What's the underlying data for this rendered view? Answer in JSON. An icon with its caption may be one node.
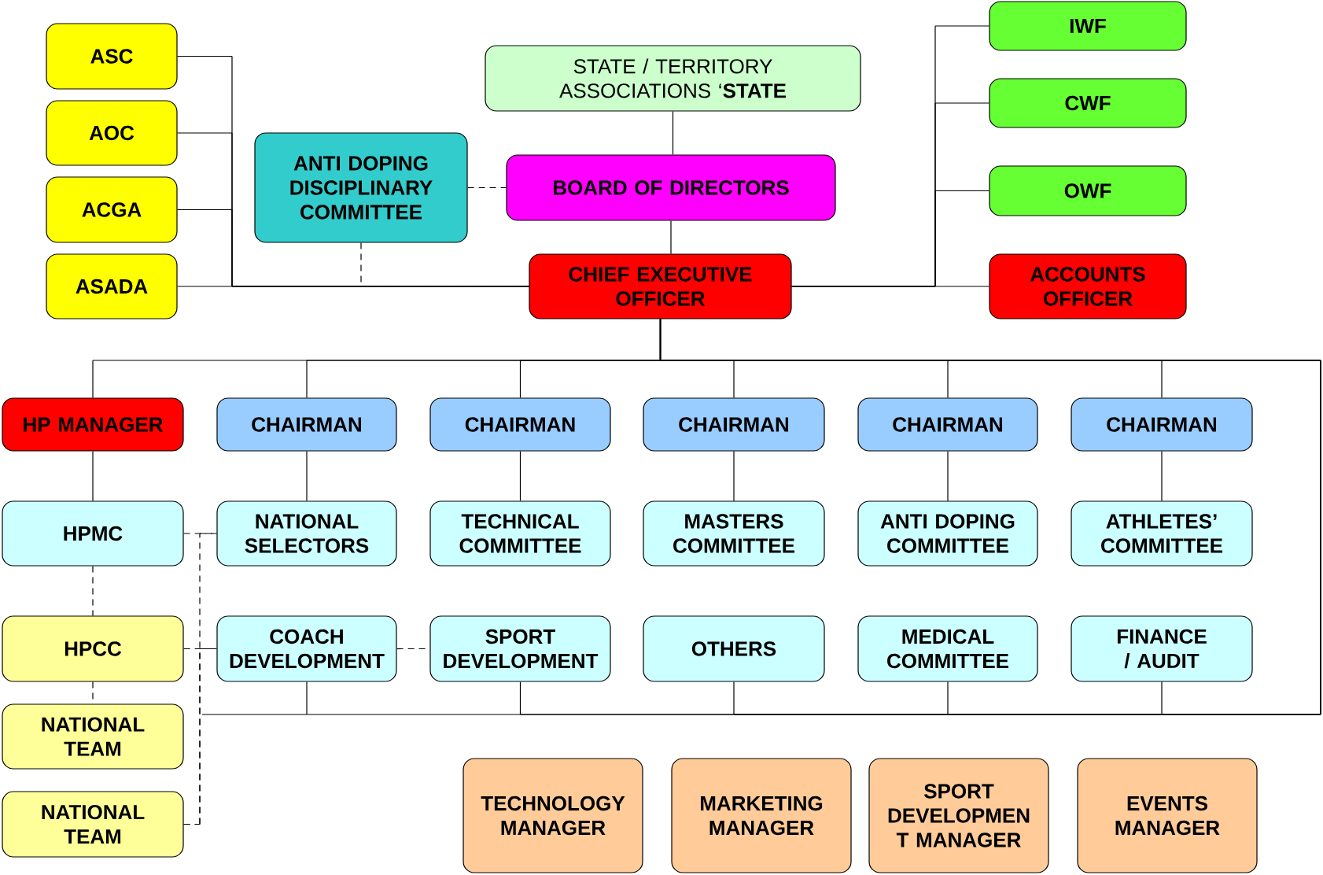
{
  "diagram": {
    "nodes": [
      {
        "text": [
          "ASC"
        ]
      },
      {
        "text": [
          "AOC"
        ]
      },
      {
        "text": [
          "ACGA"
        ]
      },
      {
        "text": [
          "ASADA"
        ]
      },
      {
        "text": [
          "STATE / TERRITORY ASSOCIATIONS ‘**STATE**"
        ]
      },
      {
        "text": [
          "ANTI DOPING DISCIPLINARY COMMITTEE"
        ]
      },
      {
        "text": [
          "BOARD OF DIRECTORS"
        ]
      },
      {
        "text": [
          "IWF"
        ]
      },
      {
        "text": [
          "CWF"
        ]
      },
      {
        "text": [
          "OWF"
        ]
      },
      {
        "text": [
          "CHIEF EXECUTIVE OFFICER"
        ]
      },
      {
        "text": [
          "ACCOUNTS OFFICER"
        ]
      },
      {
        "text": [
          "HP MANAGER"
        ]
      },
      {
        "text": [
          "CHAIRMAN"
        ]
      },
      {
        "text": [
          "CHAIRMAN"
        ]
      },
      {
        "text": [
          "CHAIRMAN"
        ]
      },
      {
        "text": [
          "CHAIRMAN"
        ]
      },
      {
        "text": [
          "CHAIRMAN"
        ]
      },
      {
        "text": [
          "HPMC"
        ]
      },
      {
        "text": [
          "NATIONAL SELECTORS"
        ]
      },
      {
        "text": [
          "TECHNICAL COMMITTEE"
        ]
      },
      {
        "text": [
          "MASTERS COMMITTEE"
        ]
      },
      {
        "text": [
          "ANTI DOPING COMMITTEE"
        ]
      },
      {
        "text": [
          "ATHLETES’ COMMITTEE"
        ]
      },
      {
        "text": [
          "HPCC"
        ]
      },
      {
        "text": [
          "COACH DEVELOPMENT"
        ]
      },
      {
        "text": [
          "SPORT DEVELOPMENT"
        ]
      },
      {
        "text": [
          "OTHERS"
        ]
      },
      {
        "text": [
          "MEDICAL COMMITTEE"
        ]
      },
      {
        "text": [
          "FINANCE / AUDIT"
        ]
      },
      {
        "text": [
          "NATIONAL TEAM"
        ]
      },
      {
        "text": [
          "NATIONAL TEAM"
        ]
      },
      {
        "text": [
          "TECHNOLOGY MANAGER"
        ]
      },
      {
        "text": [
          "MARKETING MANAGER"
        ]
      },
      {
        "text": [
          "SPORT DEVELOPMEN T MANAGER"
        ]
      },
      {
        "text": [
          "EVENTS MANAGER"
        ]
      }
    ],
    "edges": [
      {
        "from": 0,
        "to": 10,
        "arrow": "none"
      },
      {
        "from": 1,
        "to": 10,
        "arrow": "none"
      },
      {
        "from": 2,
        "to": 10,
        "arrow": "none"
      },
      {
        "from": 3,
        "to": 10,
        "arrow": "none"
      },
      {
        "from": 4,
        "to": 6,
        "arrow": "none"
      },
      {
        "from": 6,
        "to": 10,
        "arrow": "none"
      },
      {
        "from": 5,
        "to": 6,
        "arrow": "none",
        "style": "dashed"
      },
      {
        "from": 5,
        "to": 10,
        "arrow": "none",
        "style": "dashed"
      },
      {
        "from": 10,
        "to": 7,
        "arrow": "none"
      },
      {
        "from": 10,
        "to": 8,
        "arrow": "none"
      },
      {
        "from": 10,
        "to": 9,
        "arrow": "none"
      },
      {
        "from": 10,
        "to": 11,
        "arrow": "none"
      },
      {
        "from": 10,
        "to": 12,
        "arrow": "none"
      },
      {
        "from": 10,
        "to": 13,
        "arrow": "none"
      },
      {
        "from": 10,
        "to": 14,
        "arrow": "none"
      },
      {
        "from": 10,
        "to": 15,
        "arrow": "none"
      },
      {
        "from": 10,
        "to": 16,
        "arrow": "none"
      },
      {
        "from": 10,
        "to": 17,
        "arrow": "none"
      },
      {
        "from": 12,
        "to": 18,
        "arrow": "none"
      },
      {
        "from": 13,
        "to": 19,
        "arrow": "none"
      },
      {
        "from": 14,
        "to": 20,
        "arrow": "none"
      },
      {
        "from": 15,
        "to": 21,
        "arrow": "none"
      },
      {
        "from": 16,
        "to": 22,
        "arrow": "none"
      },
      {
        "from": 17,
        "to": 23,
        "arrow": "none"
      },
      {
        "from": 18,
        "to": 24,
        "arrow": "none",
        "style": "dashed"
      },
      {
        "from": 24,
        "to": 30,
        "arrow": "none",
        "style": "dashed"
      },
      {
        "from": 18,
        "to": 19,
        "arrow": "none",
        "style": "dashed"
      },
      {
        "from": 24,
        "to": 25,
        "arrow": "none",
        "style": "dashed"
      },
      {
        "from": 31,
        "to": 19,
        "arrow": "none",
        "style": "dashed"
      },
      {
        "from": 31,
        "to": 25,
        "arrow": "none",
        "style": "dashed"
      },
      {
        "from": 25,
        "to": 26,
        "arrow": "none",
        "style": "dashed"
      },
      {
        "from": 10,
        "to": 25,
        "arrow": "none"
      },
      {
        "from": 10,
        "to": 26,
        "arrow": "none"
      },
      {
        "from": 10,
        "to": 27,
        "arrow": "none"
      },
      {
        "from": 10,
        "to": 28,
        "arrow": "none"
      },
      {
        "from": 10,
        "to": 29,
        "arrow": "none"
      }
    ]
  }
}
